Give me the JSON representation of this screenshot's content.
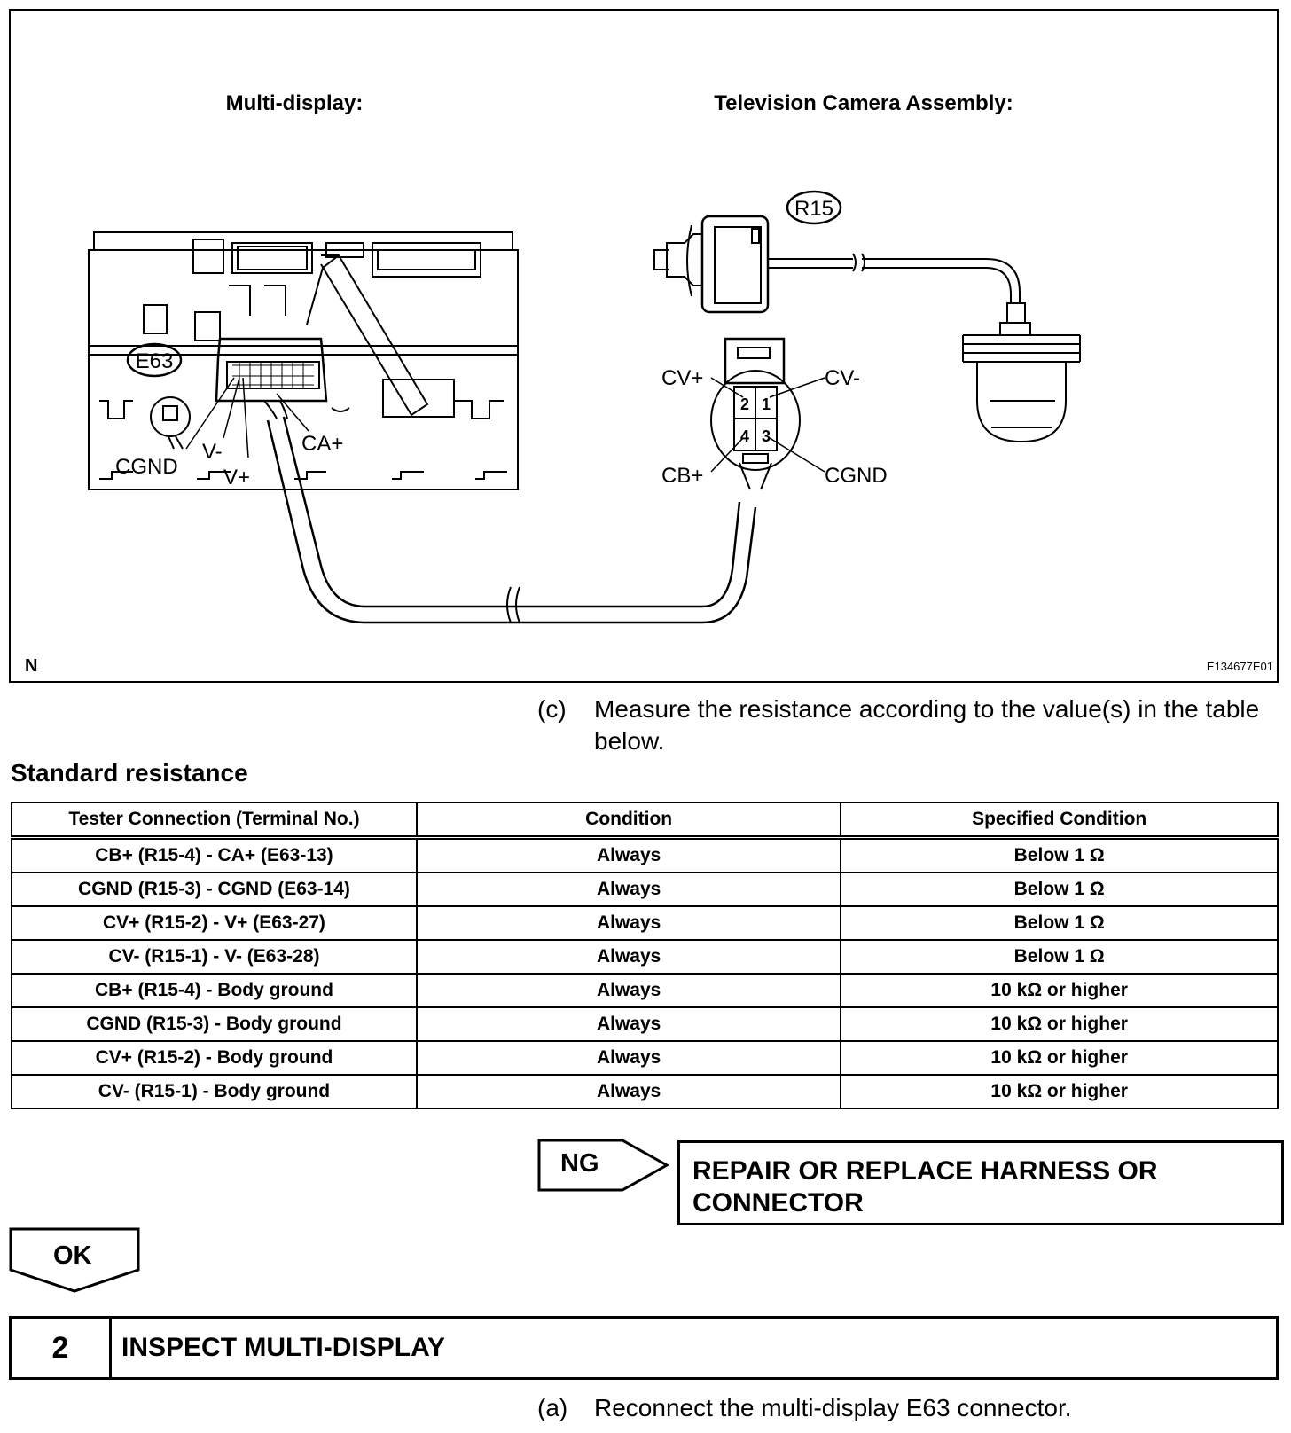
{
  "figure": {
    "multi_display_title": "Multi-display:",
    "camera_title": "Television Camera Assembly:",
    "connector_e63": "E63",
    "connector_r15": "R15",
    "e63_pins": {
      "cgnd": "CGND",
      "v_minus": "V-",
      "v_plus": "V+",
      "ca_plus": "CA+"
    },
    "r15_pins": {
      "cv_plus": "CV+",
      "cv_minus": "CV-",
      "cb_plus": "CB+",
      "cgnd": "CGND"
    },
    "r15_terminals": [
      "2",
      "1",
      "4",
      "3"
    ],
    "corner_mark": "N",
    "figure_code": "E134677E01"
  },
  "step_c": {
    "num": "(c)",
    "text": "Measure the resistance according to the value(s) in the table below."
  },
  "heading": "Standard resistance",
  "table": {
    "headers": [
      "Tester Connection (Terminal No.)",
      "Condition",
      "Specified Condition"
    ],
    "rows": [
      [
        "CB+ (R15-4) - CA+ (E63-13)",
        "Always",
        "Below 1 Ω"
      ],
      [
        "CGND (R15-3) - CGND (E63-14)",
        "Always",
        "Below 1 Ω"
      ],
      [
        "CV+ (R15-2) - V+ (E63-27)",
        "Always",
        "Below 1 Ω"
      ],
      [
        "CV- (R15-1) - V- (E63-28)",
        "Always",
        "Below 1 Ω"
      ],
      [
        "CB+ (R15-4) - Body ground",
        "Always",
        "10 kΩ or higher"
      ],
      [
        "CGND (R15-3) - Body ground",
        "Always",
        "10 kΩ or higher"
      ],
      [
        "CV+ (R15-2) - Body ground",
        "Always",
        "10 kΩ or higher"
      ],
      [
        "CV- (R15-1) - Body ground",
        "Always",
        "10 kΩ or higher"
      ]
    ]
  },
  "ng": {
    "label": "NG",
    "result": "REPAIR OR REPLACE HARNESS OR CONNECTOR"
  },
  "ok": {
    "label": "OK"
  },
  "step2": {
    "number": "2",
    "title": "INSPECT MULTI-DISPLAY"
  },
  "step_a": {
    "num": "(a)",
    "text": "Reconnect the multi-display E63 connector."
  }
}
